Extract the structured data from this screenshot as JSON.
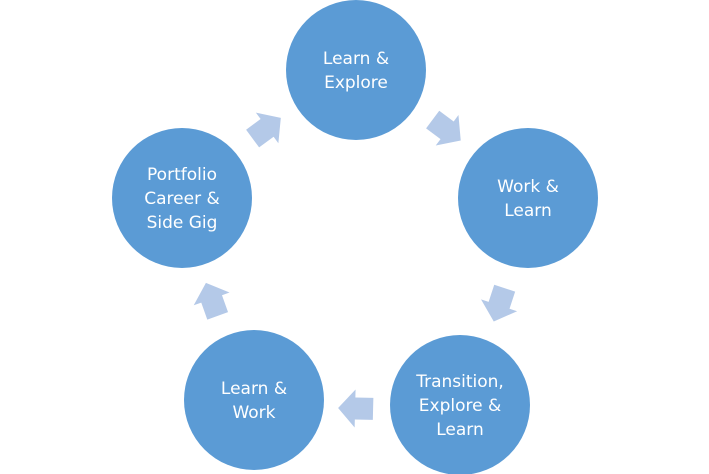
{
  "diagram": {
    "type": "cycle",
    "colors": {
      "node_fill": "#5b9bd5",
      "node_text": "#ffffff",
      "arrow_fill": "#b4c9e8",
      "background": "#ffffff"
    },
    "nodes": [
      {
        "id": "learn-explore",
        "lines": [
          "Learn &",
          "Explore"
        ]
      },
      {
        "id": "work-learn",
        "lines": [
          "Work &",
          "Learn"
        ]
      },
      {
        "id": "transition-explore-learn",
        "lines": [
          "Transition,",
          "Explore &",
          "Learn"
        ]
      },
      {
        "id": "learn-work",
        "lines": [
          "Learn &",
          "Work"
        ]
      },
      {
        "id": "portfolio-career-side-gig",
        "lines": [
          "Portfolio",
          "Career &",
          "Side Gig"
        ]
      }
    ],
    "edges": [
      {
        "from": "learn-explore",
        "to": "work-learn"
      },
      {
        "from": "work-learn",
        "to": "transition-explore-learn"
      },
      {
        "from": "transition-explore-learn",
        "to": "learn-work"
      },
      {
        "from": "learn-work",
        "to": "portfolio-career-side-gig"
      },
      {
        "from": "portfolio-career-side-gig",
        "to": "learn-explore"
      }
    ]
  }
}
